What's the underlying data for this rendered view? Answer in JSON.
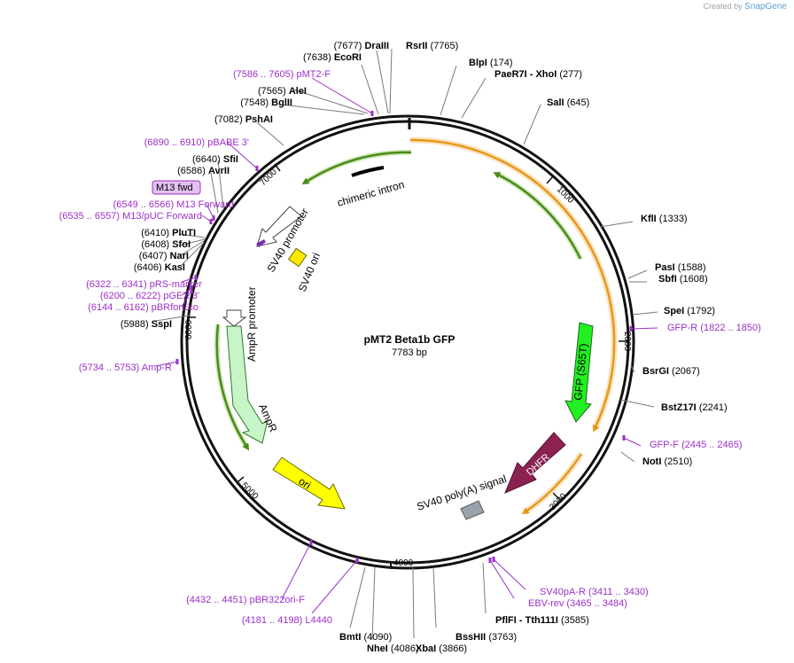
{
  "credit": {
    "prefix": "Created by",
    "brand": "SnapGene"
  },
  "plasmid": {
    "name": "pMT2 Beta1b GFP",
    "size_label": "7783 bp",
    "length": 7783
  },
  "colors": {
    "backbone": "#111111",
    "enzyme": "#000000",
    "primer": "#9b30c8",
    "orange": "#e7981a",
    "green": "#4a8a1a"
  },
  "ticks": [
    "1000",
    "2000",
    "3000",
    "4000",
    "5000",
    "6000",
    "7000"
  ],
  "features": [
    {
      "name": "GFP (S65T)",
      "fill": "#22ee22"
    },
    {
      "name": "DHFR",
      "fill": "#8b2252"
    },
    {
      "name": "SV40 poly(A) signal",
      "fill": "#9aa3ad"
    },
    {
      "name": "ori",
      "fill": "#ffff00"
    },
    {
      "name": "AmpR",
      "fill": "#c8f5c8"
    },
    {
      "name": "AmpR promoter",
      "fill": "#ffffff"
    },
    {
      "name": "SV40 ori",
      "fill": "#ffe800"
    },
    {
      "name": "SV40 promoter",
      "fill": "#ffffff"
    },
    {
      "name": "chimeric intron",
      "fill": "#000000"
    }
  ],
  "feature_tag": "M13 fwd",
  "labels": [
    {
      "pos": "(7677)",
      "name": "DraIII",
      "type": "enzyme"
    },
    {
      "pos": "(7638)",
      "name": "EcoRI",
      "type": "enzyme"
    },
    {
      "pos": "(7586 .. 7605)",
      "name": "pMT2-F",
      "type": "primer"
    },
    {
      "pos": "(7565)",
      "name": "AleI",
      "type": "enzyme"
    },
    {
      "pos": "(7548)",
      "name": "BglII",
      "type": "enzyme"
    },
    {
      "pos": "(7082)",
      "name": "PshAI",
      "type": "enzyme"
    },
    {
      "pos": "(6890 .. 6910)",
      "name": "pBABE 3'",
      "type": "primer"
    },
    {
      "pos": "(6640)",
      "name": "SfiI",
      "type": "enzyme"
    },
    {
      "pos": "(6586)",
      "name": "AvrII",
      "type": "enzyme"
    },
    {
      "pos": "(6549 .. 6566)",
      "name": "M13 Forward",
      "type": "primer"
    },
    {
      "pos": "(6535 .. 6557)",
      "name": "M13/pUC Forward",
      "type": "primer"
    },
    {
      "pos": "(6410)",
      "name": "PluTI",
      "type": "enzyme"
    },
    {
      "pos": "(6408)",
      "name": "SfoI",
      "type": "enzyme"
    },
    {
      "pos": "(6407)",
      "name": "NarI",
      "type": "enzyme"
    },
    {
      "pos": "(6406)",
      "name": "KasI",
      "type": "enzyme"
    },
    {
      "pos": "(6322 .. 6341)",
      "name": "pRS-marker",
      "type": "primer"
    },
    {
      "pos": "(6200 .. 6222)",
      "name": "pGEX 3'",
      "type": "primer"
    },
    {
      "pos": "(6144 .. 6162)",
      "name": "pBRforEco",
      "type": "primer"
    },
    {
      "pos": "(5988)",
      "name": "SspI",
      "type": "enzyme"
    },
    {
      "pos": "(5734 .. 5753)",
      "name": "Amp-R",
      "type": "primer"
    },
    {
      "pos": "(4432 .. 4451)",
      "name": "pBR322ori-F",
      "type": "primer"
    },
    {
      "pos": "(4181 .. 4198)",
      "name": "L4440",
      "type": "primer"
    },
    {
      "pos": "(4090)",
      "name": "BmtI",
      "type": "enzyme"
    },
    {
      "pos": "(4086)",
      "name": "NheI",
      "type": "enzyme"
    },
    {
      "pos": "(3866)",
      "name": "XbaI",
      "type": "enzyme"
    },
    {
      "pos": "(3763)",
      "name": "BssHII",
      "type": "enzyme"
    },
    {
      "pos": "(3585)",
      "name": "PflFI - Tth111I",
      "type": "enzyme"
    },
    {
      "pos": "(3465 .. 3484)",
      "name": "EBV-rev",
      "type": "primer"
    },
    {
      "pos": "(3411 .. 3430)",
      "name": "SV40pA-R",
      "type": "primer"
    },
    {
      "pos": "(7765)",
      "name": "RsrII",
      "type": "enzyme"
    },
    {
      "pos": "(174)",
      "name": "BlpI",
      "type": "enzyme"
    },
    {
      "pos": "(277)",
      "name": "PaeR7I - XhoI",
      "type": "enzyme"
    },
    {
      "pos": "(645)",
      "name": "SalI",
      "type": "enzyme"
    },
    {
      "pos": "(1333)",
      "name": "KflI",
      "type": "enzyme"
    },
    {
      "pos": "(1588)",
      "name": "PasI",
      "type": "enzyme"
    },
    {
      "pos": "(1608)",
      "name": "SbfI",
      "type": "enzyme"
    },
    {
      "pos": "(1792)",
      "name": "SpeI",
      "type": "enzyme"
    },
    {
      "pos": "(1822 .. 1850)",
      "name": "GFP-R",
      "type": "primer"
    },
    {
      "pos": "(2067)",
      "name": "BsrGI",
      "type": "enzyme"
    },
    {
      "pos": "(2241)",
      "name": "BstZ17I",
      "type": "enzyme"
    },
    {
      "pos": "(2445 .. 2465)",
      "name": "GFP-F",
      "type": "primer"
    },
    {
      "pos": "(2510)",
      "name": "NotI",
      "type": "enzyme"
    }
  ]
}
